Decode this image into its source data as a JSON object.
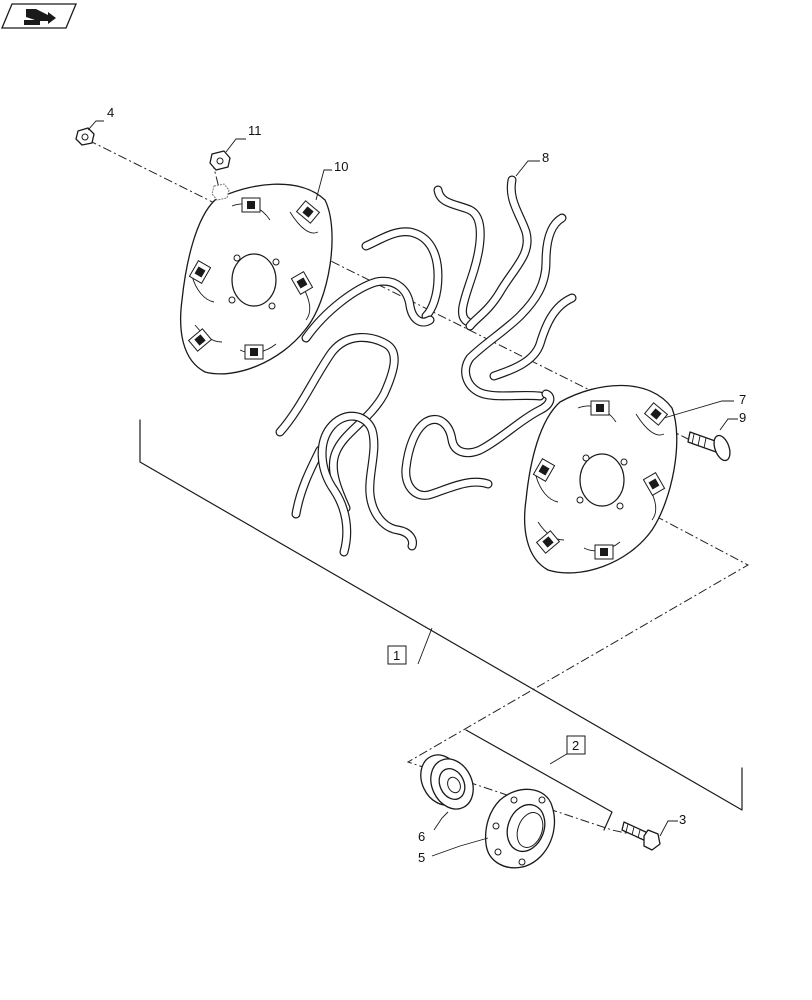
{
  "nav_icon": {
    "name": "back-arrow-icon"
  },
  "callouts": {
    "c1": "1",
    "c2": "2",
    "c3": "3",
    "c4": "4",
    "c5": "5",
    "c6": "6",
    "c7": "7",
    "c8": "8",
    "c9": "9",
    "c10": "10",
    "c11": "11"
  }
}
